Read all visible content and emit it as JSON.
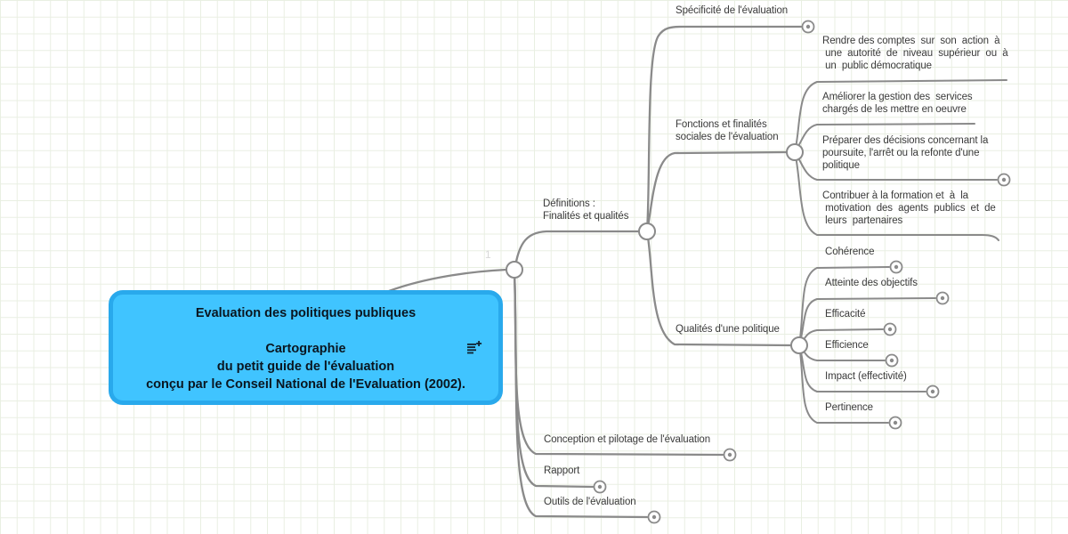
{
  "canvas": {
    "watermark": "1",
    "colors": {
      "root_fill": "#40c4ff",
      "root_border": "#29a9ec",
      "connector": "#8a8a8a",
      "grid_line": "#e9efe2",
      "label_text": "#3a3a3a"
    }
  },
  "map": {
    "root": {
      "title": "Evaluation des politiques publiques",
      "subtitle": "Cartographie\ndu petit guide de l'évaluation\nconçu par le Conseil National de l'Evaluation (2002).",
      "icon": "notes-add-icon"
    },
    "branches": {
      "definitions": {
        "label": "Définitions :\nFinalités et qualités",
        "children": {
          "specificite": {
            "label": "Spécificité de l'évaluation"
          },
          "fonctions": {
            "label": "Fonctions et finalités\nsociales de l'évaluation",
            "children": {
              "rendre": {
                "label": "Rendre des comptes  sur  son  action  à\n une  autorité  de  niveau  supérieur  ou  à\n un  public démocratique"
              },
              "ameliorer": {
                "label": "Améliorer la gestion des  services\nchargés de les mettre en oeuvre"
              },
              "preparer": {
                "label": "Préparer des décisions concernant la\npoursuite, l'arrêt ou la refonte d'une\npolitique"
              },
              "contribuer": {
                "label": "Contribuer à la formation et  à  la\n motivation  des  agents  publics  et  de\n leurs  partenaires"
              }
            }
          },
          "qualites": {
            "label": "Qualités d'une politique",
            "children": {
              "coherence": {
                "label": "Cohérence"
              },
              "atteinte": {
                "label": "Atteinte des objectifs"
              },
              "efficacite": {
                "label": "Efficacité"
              },
              "efficience": {
                "label": "Efficience"
              },
              "impact": {
                "label": "Impact (effectivité)"
              },
              "pertinence": {
                "label": "Pertinence"
              }
            }
          }
        }
      },
      "conception": {
        "label": "Conception et pilotage de l'évaluation"
      },
      "rapport": {
        "label": "Rapport"
      },
      "outils": {
        "label": "Outils de l'évaluation"
      }
    }
  }
}
